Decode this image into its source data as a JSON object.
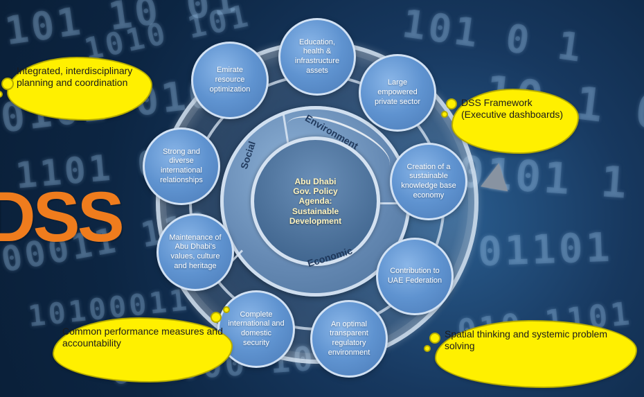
{
  "title_fragment": "DSS",
  "center": {
    "line1": "Abu Dhabi",
    "line2": "Gov. Policy",
    "line3": "Agenda:",
    "line4": "Sustainable",
    "line5": "Development"
  },
  "sectors": {
    "social": "Social",
    "environment": "Environment",
    "economic": "Economic"
  },
  "nodes": [
    {
      "label": "Education, health & infrastructure assets"
    },
    {
      "label": "Large empowered private sector"
    },
    {
      "label": "Creation of a sustainable knowledge base economy"
    },
    {
      "label": "Contribution to UAE Federation"
    },
    {
      "label": "An optimal transparent regulatory environment"
    },
    {
      "label": "Complete international and domestic security"
    },
    {
      "label": "Maintenance of Abu Dhabi's values, culture and heritage"
    },
    {
      "label": "Strong and diverse international relationships"
    },
    {
      "label": "Emirate resource optimization"
    }
  ],
  "callouts": {
    "integrated": "Integrated, interdisciplinary planning and coordination",
    "dss_framework": "DSS Framework (Executive dashboards)",
    "common_performance": "Common performance measures and accountability",
    "spatial_thinking": "Spatial thinking and systemic problem solving"
  },
  "colors": {
    "background": "#0c2542",
    "node_fill": "#5f93d0",
    "callout_fill": "#fff000",
    "title_accent": "#ef7c1d"
  }
}
